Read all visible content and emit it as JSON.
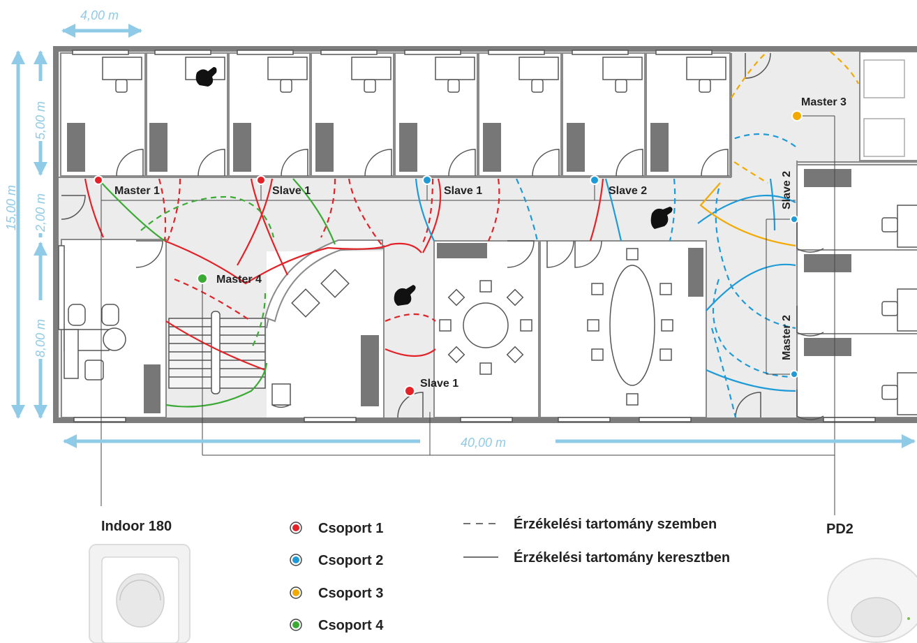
{
  "dimensions": {
    "room_width": "4,00 m",
    "office_depth": "5,00 m",
    "corridor_width": "2,00 m",
    "total_depth": "15,00 m",
    "lower_depth": "8,00 m",
    "total_length": "40,00 m"
  },
  "sensors": {
    "master1": "Master 1",
    "slave1_a": "Slave 1",
    "slave1_b": "Slave 1",
    "slave2_a": "Slave 2",
    "slave2_b": "Slave 2",
    "master2": "Master 2",
    "master3": "Master 3",
    "master4": "Master 4",
    "slave1_c": "Slave 1"
  },
  "products": {
    "indoor": "Indoor 180",
    "pd2": "PD2"
  },
  "legend": {
    "groups": [
      {
        "label": "Csoport 1",
        "color": "#e32228"
      },
      {
        "label": "Csoport 2",
        "color": "#1e9bd7"
      },
      {
        "label": "Csoport 3",
        "color": "#f2a900"
      },
      {
        "label": "Csoport 4",
        "color": "#3aaa35"
      }
    ],
    "dashed": "Érzékelési tartomány szemben",
    "solid": "Érzékelési tartomány keresztben"
  },
  "colors": {
    "group1": "#e32228",
    "group2": "#1e9bd7",
    "group3": "#f2a900",
    "group4": "#3aaa35",
    "dimension": "#8fcbe6",
    "wall": "#7d7d7d",
    "floor": "#ececec"
  }
}
